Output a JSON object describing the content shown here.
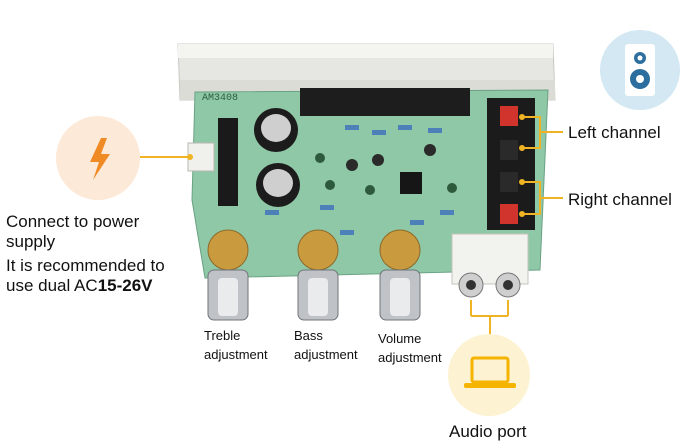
{
  "board_text": {
    "model": "AM3408"
  },
  "callouts": {
    "power": {
      "icon": "lightning-bolt-icon",
      "line1": "Connect to power",
      "line2": "supply",
      "line3": "It is recommended to",
      "line4_prefix": "use dual AC",
      "line4_value": "15-26V"
    },
    "left_channel": "Left channel",
    "right_channel": "Right channel",
    "speaker_icon": "speaker-icon",
    "knobs": {
      "treble_1": "Treble",
      "treble_2": "adjustment",
      "bass_1": "Bass",
      "bass_2": "adjustment",
      "volume_1": "Volume",
      "volume_2": "adjustment"
    },
    "audio_port": "Audio port",
    "laptop_icon": "laptop-icon"
  },
  "colors": {
    "accent_orange": "#f5a623",
    "callout_line": "#f0b323",
    "pcb_green": "#8fc8a6",
    "heatsink": "#e8e8e4",
    "power_circle": "#fde9d8",
    "speaker_circle": "#d3e8f2",
    "laptop_circle": "#fdf2d2"
  }
}
